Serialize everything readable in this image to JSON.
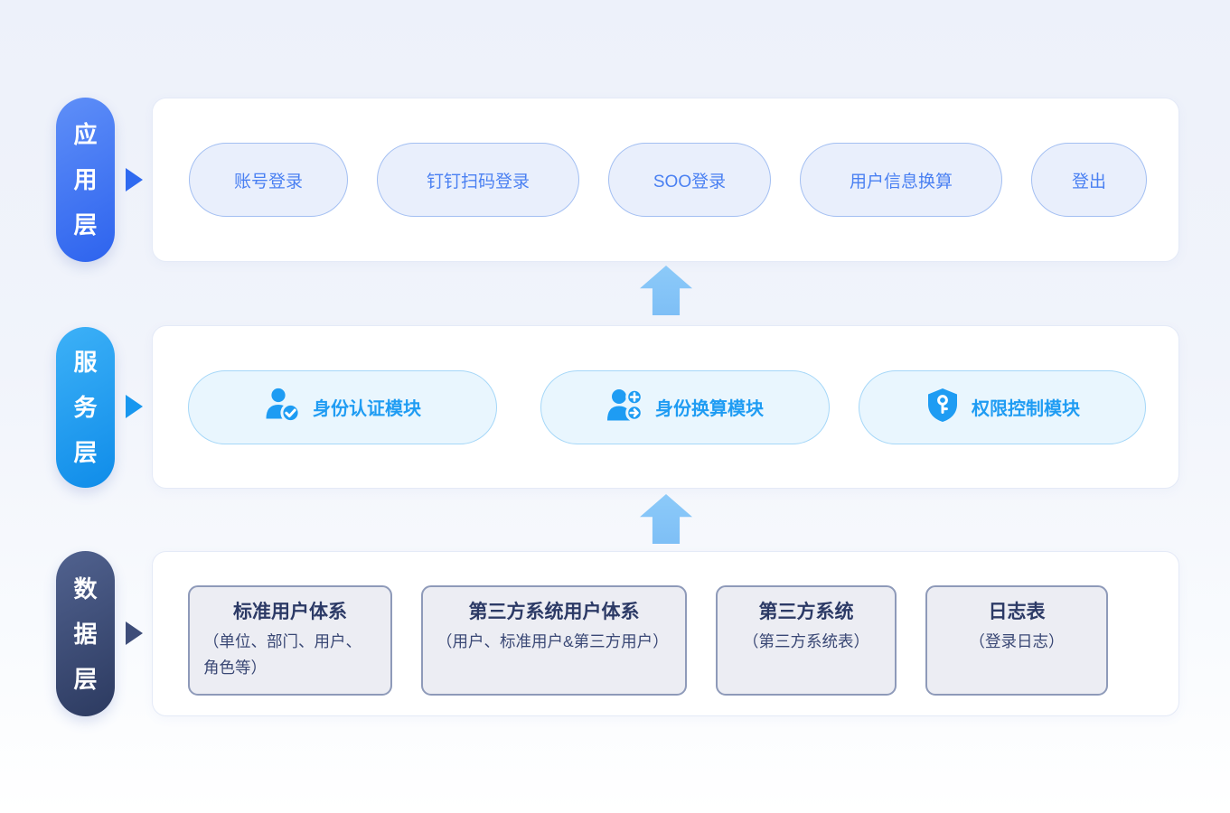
{
  "app_layer": {
    "title": "应用层",
    "buttons": [
      "账号登录",
      "钉钉扫码登录",
      "SOO登录",
      "用户信息换算",
      "登出"
    ]
  },
  "service_layer": {
    "title": "服务层",
    "modules": [
      {
        "label": "身份认证模块",
        "icon": "user-check-icon"
      },
      {
        "label": "身份换算模块",
        "icon": "user-convert-icon"
      },
      {
        "label": "权限控制模块",
        "icon": "shield-key-icon"
      }
    ]
  },
  "data_layer": {
    "title": "数据层",
    "tables": [
      {
        "title": "标准用户体系",
        "subtitle": "（单位、部门、用户、角色等）"
      },
      {
        "title": "第三方系统用户体系",
        "subtitle": "（用户、标准用户&第三方用户）"
      },
      {
        "title": "第三方系统",
        "subtitle": "（第三方系统表）"
      },
      {
        "title": "日志表",
        "subtitle": "（登录日志）"
      }
    ]
  },
  "colors": {
    "app_pill": "#2d63ee",
    "service_pill": "#0f8ce9",
    "data_pill": "#2c3a60",
    "app_button_text": "#4a80f2",
    "service_module_text": "#1f9cf3",
    "data_card_text": "#2c3a66",
    "flow_arrow": "#85c4f8",
    "panel_background": "#ffffff"
  }
}
